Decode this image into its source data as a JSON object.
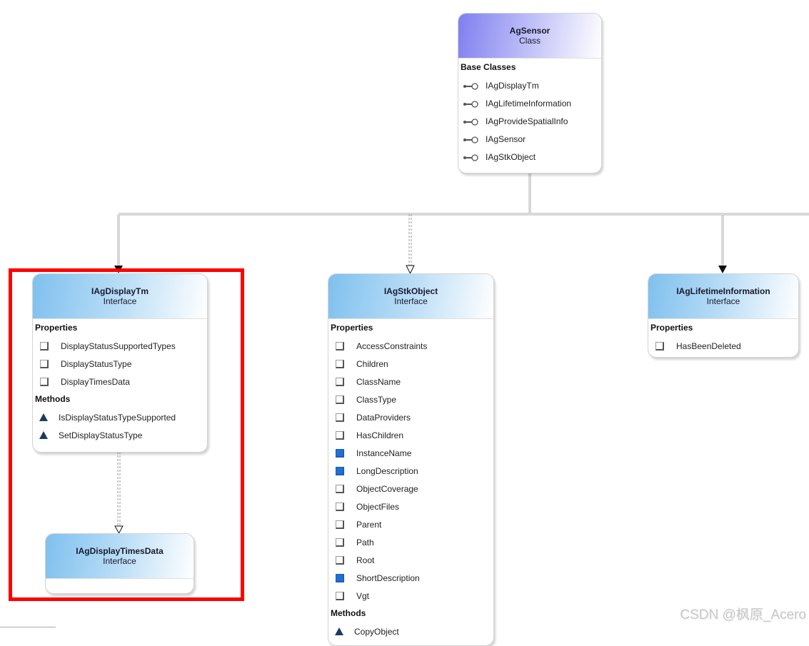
{
  "colors": {
    "class_header": "#7f7ff0",
    "interface_header": "#7fc0ee",
    "highlight_frame": "#ff0000",
    "public_property": "#1f6fd6",
    "method": "#1d3a66"
  },
  "boxes": [
    {
      "id": "agsensor",
      "name": "AgSensor",
      "kind": "Class",
      "header": "cls",
      "sections": [
        {
          "title": "Base Classes",
          "items": [
            {
              "label": "IAgDisplayTm",
              "icon": "base"
            },
            {
              "label": "IAgLifetimeInformation",
              "icon": "base"
            },
            {
              "label": "IAgProvideSpatialInfo",
              "icon": "base"
            },
            {
              "label": "IAgSensor",
              "icon": "base"
            },
            {
              "label": "IAgStkObject",
              "icon": "base"
            }
          ]
        }
      ]
    },
    {
      "id": "iagdisplaytm",
      "name": "IAgDisplayTm",
      "kind": "Interface",
      "header": "ifc",
      "sections": [
        {
          "title": "Properties",
          "items": [
            {
              "label": "DisplayStatusSupportedTypes",
              "icon": "prop"
            },
            {
              "label": "DisplayStatusType",
              "icon": "prop"
            },
            {
              "label": "DisplayTimesData",
              "icon": "prop"
            }
          ]
        },
        {
          "title": "Methods",
          "items": [
            {
              "label": "IsDisplayStatusTypeSupported",
              "icon": "meth"
            },
            {
              "label": "SetDisplayStatusType",
              "icon": "meth"
            }
          ]
        }
      ]
    },
    {
      "id": "iagdisplaytimesdata",
      "name": "IAgDisplayTimesData",
      "kind": "Interface",
      "header": "ifc",
      "sections": []
    },
    {
      "id": "iagstkobject",
      "name": "IAgStkObject",
      "kind": "Interface",
      "header": "ifc",
      "sections": [
        {
          "title": "Properties",
          "items": [
            {
              "label": "AccessConstraints",
              "icon": "prop"
            },
            {
              "label": "Children",
              "icon": "prop"
            },
            {
              "label": "ClassName",
              "icon": "prop"
            },
            {
              "label": "ClassType",
              "icon": "prop"
            },
            {
              "label": "DataProviders",
              "icon": "prop"
            },
            {
              "label": "HasChildren",
              "icon": "prop"
            },
            {
              "label": "InstanceName",
              "icon": "prop pub"
            },
            {
              "label": "LongDescription",
              "icon": "prop pub"
            },
            {
              "label": "ObjectCoverage",
              "icon": "prop"
            },
            {
              "label": "ObjectFiles",
              "icon": "prop"
            },
            {
              "label": "Parent",
              "icon": "prop"
            },
            {
              "label": "Path",
              "icon": "prop"
            },
            {
              "label": "Root",
              "icon": "prop"
            },
            {
              "label": "ShortDescription",
              "icon": "prop pub"
            },
            {
              "label": "Vgt",
              "icon": "prop"
            }
          ]
        },
        {
          "title": "Methods",
          "items": [
            {
              "label": "CopyObject",
              "icon": "meth"
            }
          ]
        }
      ]
    },
    {
      "id": "iaglifetimeinformation",
      "name": "IAgLifetimeInformation",
      "kind": "Interface",
      "header": "ifc",
      "sections": [
        {
          "title": "Properties",
          "items": [
            {
              "label": "HasBeenDeleted",
              "icon": "prop"
            }
          ]
        }
      ]
    }
  ],
  "watermark": "CSDN @枫原_Acero"
}
